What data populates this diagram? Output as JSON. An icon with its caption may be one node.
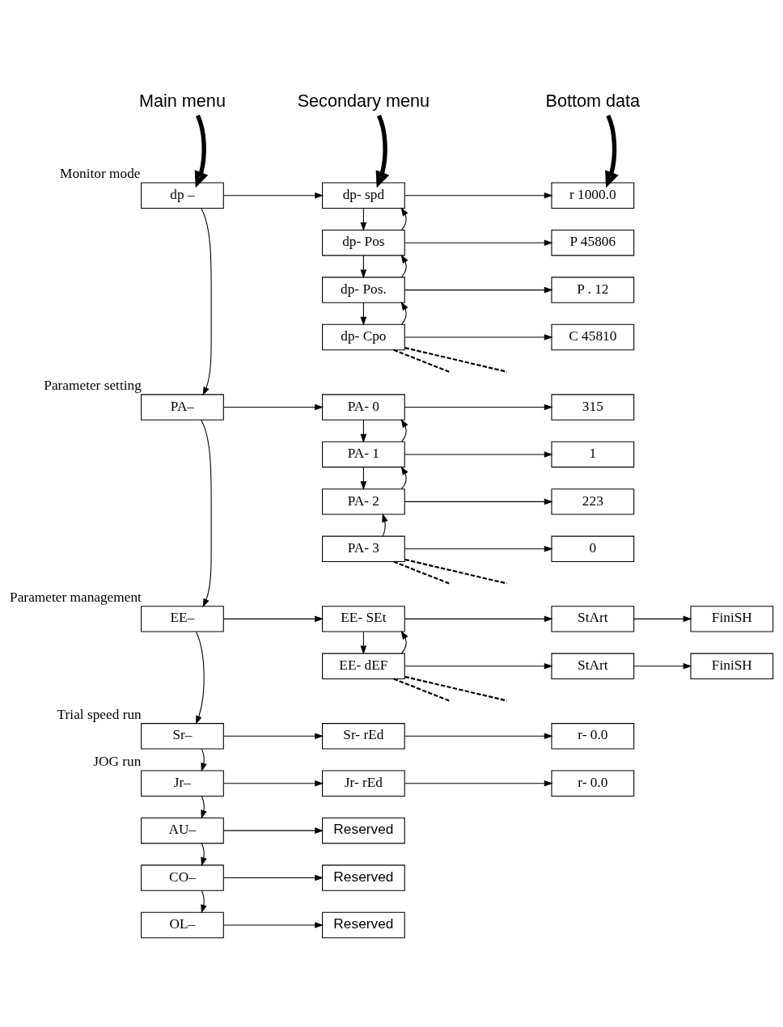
{
  "diagram": {
    "nodes": [
      {
        "text": [
          "Main menu"
        ]
      },
      {
        "text": [
          "Secondary menu"
        ]
      },
      {
        "text": [
          "Bottom data"
        ]
      },
      {
        "text": [
          "dp –"
        ],
        "beside": [
          "Monitor mode"
        ]
      },
      {
        "text": [
          "dp- spd"
        ]
      },
      {
        "text": [
          "r 1000.0"
        ]
      },
      {
        "text": [
          "dp- Pos"
        ]
      },
      {
        "text": [
          "P 45806"
        ]
      },
      {
        "text": [
          "dp- Pos."
        ]
      },
      {
        "text": [
          "P . 12"
        ]
      },
      {
        "text": [
          "dp- Cpo"
        ]
      },
      {
        "text": [
          "C 45810"
        ]
      },
      {
        "text": [
          "PA–"
        ],
        "beside": [
          "Parameter setting"
        ]
      },
      {
        "text": [
          "PA- 0"
        ]
      },
      {
        "text": [
          "315"
        ]
      },
      {
        "text": [
          "PA- 1"
        ]
      },
      {
        "text": [
          "1"
        ]
      },
      {
        "text": [
          "PA- 2"
        ]
      },
      {
        "text": [
          "223"
        ]
      },
      {
        "text": [
          "PA- 3"
        ]
      },
      {
        "text": [
          "0"
        ]
      },
      {
        "text": [
          "EE–"
        ],
        "beside": [
          "Parameter management"
        ]
      },
      {
        "text": [
          "EE- SEt"
        ]
      },
      {
        "text": [
          "StArt"
        ]
      },
      {
        "text": [
          "FiniSH"
        ]
      },
      {
        "text": [
          "EE- dEF"
        ]
      },
      {
        "text": [
          "StArt"
        ]
      },
      {
        "text": [
          "FiniSH"
        ]
      },
      {
        "text": [
          "Sr–"
        ],
        "beside": [
          "Trial speed run"
        ]
      },
      {
        "text": [
          "Sr- rEd"
        ]
      },
      {
        "text": [
          "r- 0.0"
        ]
      },
      {
        "text": [
          "Jr–"
        ],
        "beside": [
          "JOG run"
        ]
      },
      {
        "text": [
          "Jr- rEd"
        ]
      },
      {
        "text": [
          "r- 0.0"
        ]
      },
      {
        "text": [
          "AU–"
        ]
      },
      {
        "text": [
          "Reserved"
        ]
      },
      {
        "text": [
          "CO–"
        ]
      },
      {
        "text": [
          "Reserved"
        ]
      },
      {
        "text": [
          "OL–"
        ]
      },
      {
        "text": [
          "Reserved"
        ]
      }
    ],
    "edges": [
      {
        "from": 0,
        "to": 3,
        "arrow": "to",
        "style": "thick"
      },
      {
        "from": 1,
        "to": 4,
        "arrow": "to",
        "style": "thick"
      },
      {
        "from": 2,
        "to": 5,
        "arrow": "to",
        "style": "thick"
      },
      {
        "from": 3,
        "to": 4,
        "arrow": "to"
      },
      {
        "from": 4,
        "to": 5,
        "arrow": "to"
      },
      {
        "from": 4,
        "to": 6,
        "arrow": "to"
      },
      {
        "from": 6,
        "to": 4,
        "arrow": "to"
      },
      {
        "from": 6,
        "to": 7,
        "arrow": "to"
      },
      {
        "from": 6,
        "to": 8,
        "arrow": "to"
      },
      {
        "from": 8,
        "to": 6,
        "arrow": "to"
      },
      {
        "from": 8,
        "to": 9,
        "arrow": "to"
      },
      {
        "from": 8,
        "to": 10,
        "arrow": "to"
      },
      {
        "from": 10,
        "to": 8,
        "arrow": "to"
      },
      {
        "from": 10,
        "to": 11,
        "arrow": "to"
      },
      {
        "from": 10,
        "to": null,
        "arrow": "none",
        "style": "dashed"
      },
      {
        "from": 10,
        "to": null,
        "arrow": "none",
        "style": "dashed"
      },
      {
        "from": 3,
        "to": 12,
        "arrow": "to"
      },
      {
        "from": 12,
        "to": 13,
        "arrow": "to"
      },
      {
        "from": 13,
        "to": 14,
        "arrow": "to"
      },
      {
        "from": 13,
        "to": 15,
        "arrow": "to"
      },
      {
        "from": 15,
        "to": 13,
        "arrow": "to"
      },
      {
        "from": 15,
        "to": 16,
        "arrow": "to"
      },
      {
        "from": 15,
        "to": 17,
        "arrow": "to"
      },
      {
        "from": 17,
        "to": 15,
        "arrow": "to"
      },
      {
        "from": 17,
        "to": 18,
        "arrow": "to"
      },
      {
        "from": 19,
        "to": 17,
        "arrow": "to"
      },
      {
        "from": 19,
        "to": 20,
        "arrow": "to"
      },
      {
        "from": 19,
        "to": null,
        "arrow": "none",
        "style": "dashed"
      },
      {
        "from": 19,
        "to": null,
        "arrow": "none",
        "style": "dashed"
      },
      {
        "from": 12,
        "to": 21,
        "arrow": "to"
      },
      {
        "from": 21,
        "to": 22,
        "arrow": "to"
      },
      {
        "from": 22,
        "to": 23,
        "arrow": "to"
      },
      {
        "from": 23,
        "to": 24,
        "arrow": "to"
      },
      {
        "from": 22,
        "to": 25,
        "arrow": "to"
      },
      {
        "from": 25,
        "to": 22,
        "arrow": "to"
      },
      {
        "from": 25,
        "to": 26,
        "arrow": "to"
      },
      {
        "from": 26,
        "to": 27,
        "arrow": "to"
      },
      {
        "from": 25,
        "to": null,
        "arrow": "none",
        "style": "dashed"
      },
      {
        "from": 25,
        "to": null,
        "arrow": "none",
        "style": "dashed"
      },
      {
        "from": 21,
        "to": 28,
        "arrow": "to"
      },
      {
        "from": 28,
        "to": 29,
        "arrow": "to"
      },
      {
        "from": 29,
        "to": 30,
        "arrow": "to"
      },
      {
        "from": 28,
        "to": 31,
        "arrow": "to"
      },
      {
        "from": 31,
        "to": 32,
        "arrow": "to"
      },
      {
        "from": 32,
        "to": 33,
        "arrow": "to"
      },
      {
        "from": 31,
        "to": 34,
        "arrow": "to"
      },
      {
        "from": 34,
        "to": 35,
        "arrow": "to"
      },
      {
        "from": 34,
        "to": 36,
        "arrow": "to"
      },
      {
        "from": 36,
        "to": 37,
        "arrow": "to"
      },
      {
        "from": 36,
        "to": 38,
        "arrow": "to"
      },
      {
        "from": 38,
        "to": 39,
        "arrow": "to"
      }
    ]
  }
}
